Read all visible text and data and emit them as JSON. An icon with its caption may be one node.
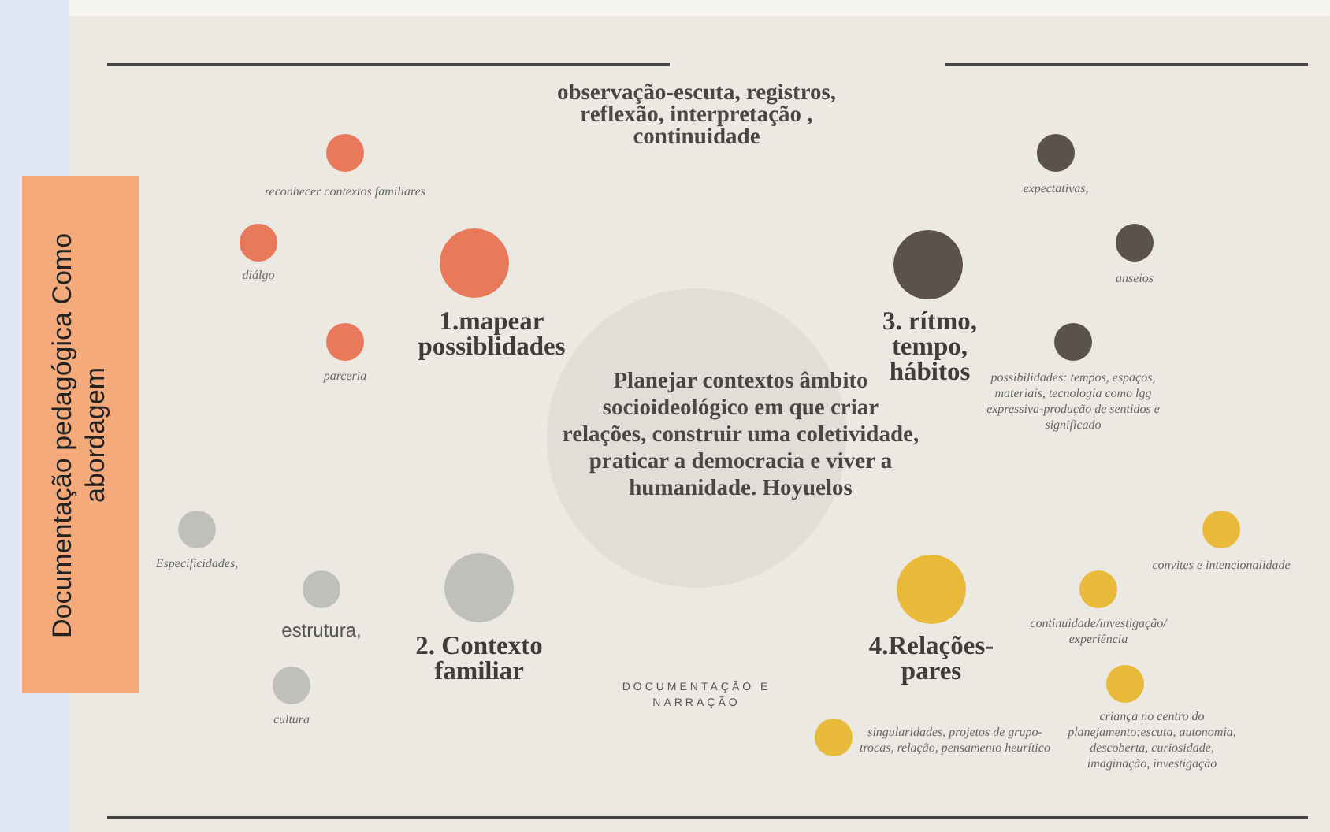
{
  "diagram": {
    "nodes": [
      {
        "text": [
          "Documentação pedagógica Como abordagem"
        ]
      },
      {
        "text": [
          "Planejar contextos âmbito socioideológico em que criar relações, construir uma coletividade, praticar a democracia e viver a humanidade. Hoyuelos"
        ]
      },
      {
        "text": [],
        "shape": "circle",
        "beside": [
          "reconhecer contextos familiares"
        ]
      },
      {
        "text": [],
        "shape": "circle",
        "beside": [
          "diálgo"
        ]
      },
      {
        "text": [],
        "shape": "circle",
        "beside": [
          "1.mapear possiblidades"
        ]
      },
      {
        "text": [],
        "shape": "circle",
        "beside": [
          "parceria"
        ]
      },
      {
        "text": [],
        "shape": "circle",
        "beside": [
          "expectativas,"
        ]
      },
      {
        "text": [],
        "shape": "circle",
        "beside": [
          "3. rítmo, tempo, hábitos"
        ]
      },
      {
        "text": [],
        "shape": "circle",
        "beside": [
          "anseios"
        ]
      },
      {
        "text": [],
        "shape": "circle",
        "beside": [
          "possibilidades: tempos, espaços, materiais, tecnologia como lgg expressiva-produção de sentidos e significado"
        ]
      },
      {
        "text": [],
        "shape": "circle",
        "beside": [
          "Especificidades,"
        ]
      },
      {
        "text": [],
        "shape": "circle",
        "beside": [
          "estrutura,"
        ]
      },
      {
        "text": [],
        "shape": "circle",
        "beside": [
          "2. Contexto familiar"
        ]
      },
      {
        "text": [],
        "shape": "circle",
        "beside": [
          "cultura"
        ]
      },
      {
        "text": [],
        "shape": "circle",
        "beside": [
          "convites e intencionalidade"
        ]
      },
      {
        "text": [],
        "shape": "circle",
        "beside": [
          "4.Relações- pares"
        ]
      },
      {
        "text": [],
        "shape": "circle",
        "beside": [
          "continuidade/investigação/ experiência"
        ]
      },
      {
        "text": [],
        "shape": "circle",
        "beside": [
          "criança no centro do planejamento:escuta, autonomia, descoberta, curiosidade, imaginação, investigação"
        ]
      },
      {
        "text": [],
        "shape": "circle",
        "beside": [
          "singularidades, projetos de grupo- trocas, relação, pensamento heurítico"
        ]
      }
    ],
    "labels": [
      "observação-escuta, registros, reflexão, interpretação , continuidade",
      "DOCUMENTAÇÃO E NARRAÇÃO"
    ]
  }
}
